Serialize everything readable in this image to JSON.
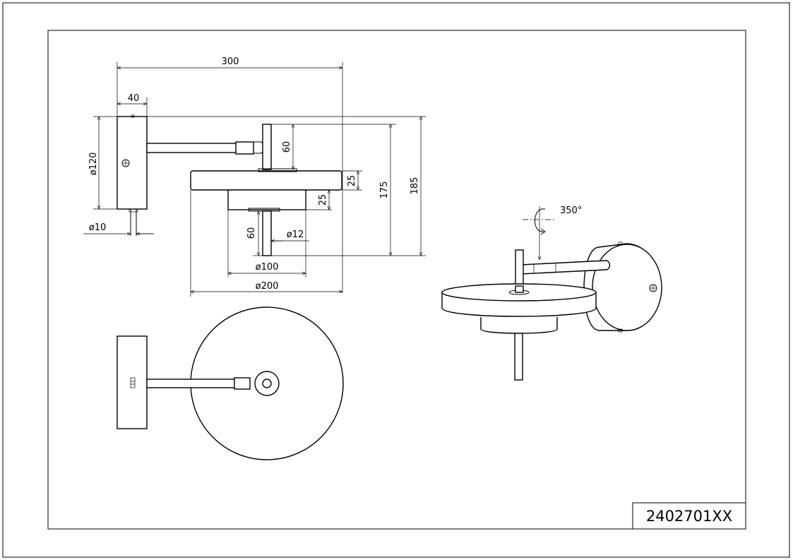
{
  "drawing": {
    "part_number": "2402701XX",
    "dimensions": {
      "overall_width": "300",
      "base_width": "40",
      "base_diameter": "ø120",
      "cable_diameter": "ø10",
      "stem_height_top": "60",
      "shade_thickness": "25",
      "inner_height": "25",
      "height_175": "175",
      "height_185": "185",
      "stem_height_bottom": "60",
      "stem_diameter": "ø12",
      "inner_diameter": "ø100",
      "shade_diameter": "ø200"
    },
    "rotation_label": "350°"
  }
}
